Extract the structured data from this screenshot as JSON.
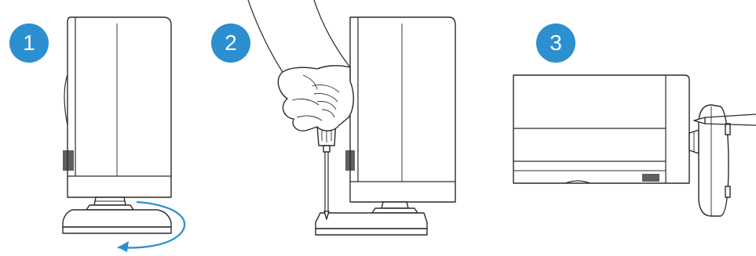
{
  "steps": [
    {
      "number": "1",
      "action": "rotate-base"
    },
    {
      "number": "2",
      "action": "unscrew-base"
    },
    {
      "number": "3",
      "action": "remove-base"
    }
  ],
  "colors": {
    "badge": "#2b8fd0",
    "arrow": "#2b8fd0",
    "ink": "#2a2a2a",
    "background": "#ffffff"
  }
}
